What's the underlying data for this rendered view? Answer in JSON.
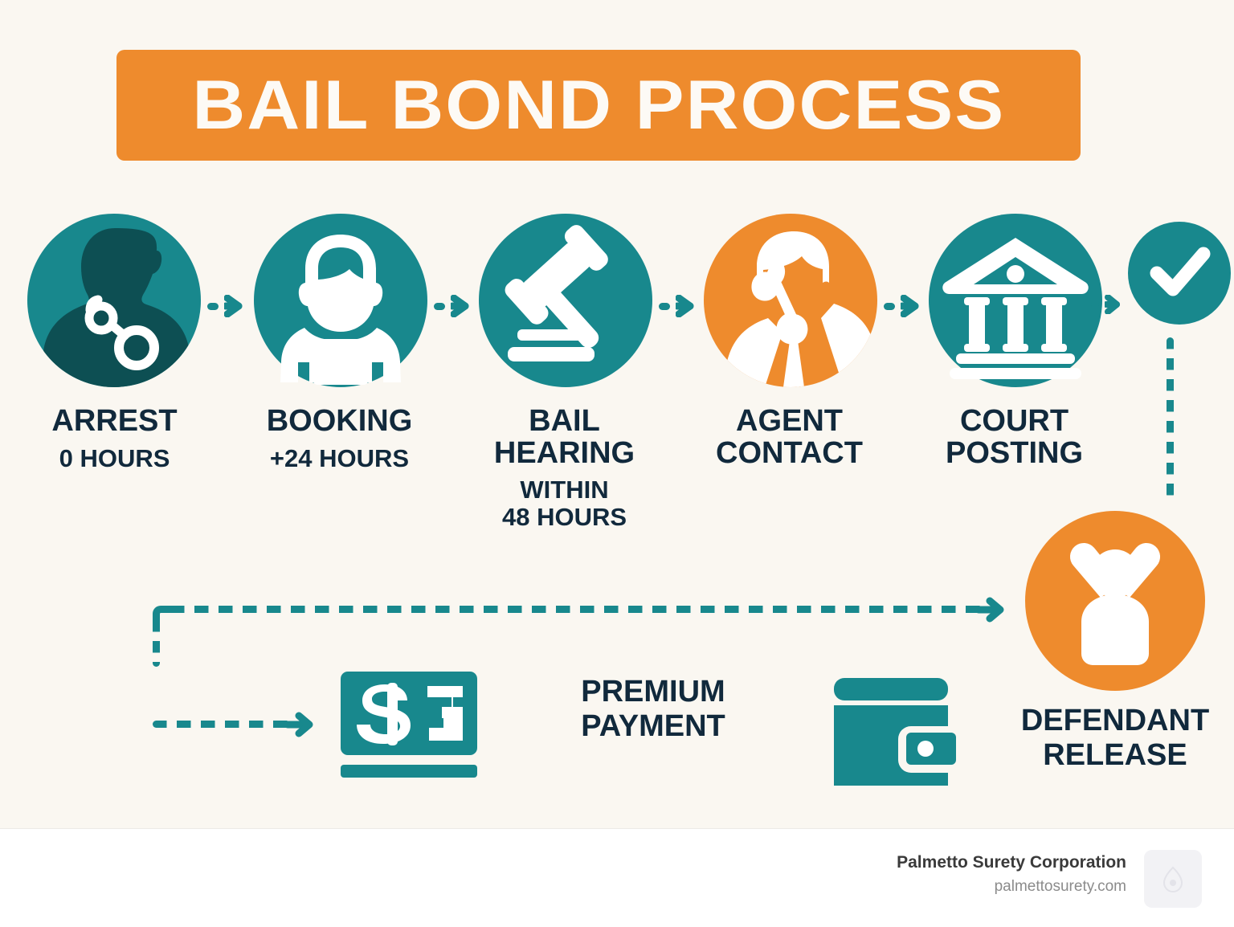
{
  "colors": {
    "teal": "#18888d",
    "teal_dark": "#0f5b60",
    "orange": "#ee8b2d",
    "navy": "#11293c",
    "background": "#faf7f1",
    "white": "#fdfaf5"
  },
  "header": {
    "title": "BAIL BOND PROCESS"
  },
  "steps": [
    {
      "id": "arrest",
      "icon": "handcuffed-person-icon",
      "circle_color": "teal",
      "title": "ARREST",
      "subtitle": "0 HOURS"
    },
    {
      "id": "booking",
      "icon": "mugshot-person-icon",
      "circle_color": "teal",
      "title": "BOOKING",
      "subtitle": "+24 HOURS"
    },
    {
      "id": "bail-hearing",
      "icon": "gavel-icon",
      "circle_color": "teal",
      "title": "BAIL HEARING",
      "subtitle": "WITHIN 48 HOURS"
    },
    {
      "id": "agent-contact",
      "icon": "agent-phone-icon",
      "circle_color": "orange",
      "title": "AGENT CONTACT",
      "subtitle": ""
    },
    {
      "id": "court-posting",
      "icon": "courthouse-icon",
      "circle_color": "teal",
      "title": "COURT POSTING",
      "subtitle": ""
    }
  ],
  "step_titles": {
    "bail_hearing_line1": "BAIL",
    "bail_hearing_line2": "HEARING",
    "bail_hearing_sub1": "WITHIN",
    "bail_hearing_sub2": "48 HOURS",
    "agent_line1": "AGENT",
    "agent_line2": "CONTACT",
    "court_line1": "COURT",
    "court_line2": "POSTING"
  },
  "approved": {
    "icon": "checkmark-icon",
    "circle_color": "teal"
  },
  "bottom": {
    "premium_payment": {
      "icon": "banknote-dollar-icon",
      "label_line1": "PREMIUM",
      "label_line2": "PAYMENT"
    },
    "wallet": {
      "icon": "wallet-icon"
    },
    "defendant_release": {
      "icon": "celebrating-person-icon",
      "circle_color": "orange",
      "label_line1": "DEFENDANT",
      "label_line2": "RELEASE"
    }
  },
  "footer": {
    "company": "Palmetto Surety Corporation",
    "website": "palmettosurety.com",
    "logo_icon": "company-logo-placeholder-icon"
  }
}
